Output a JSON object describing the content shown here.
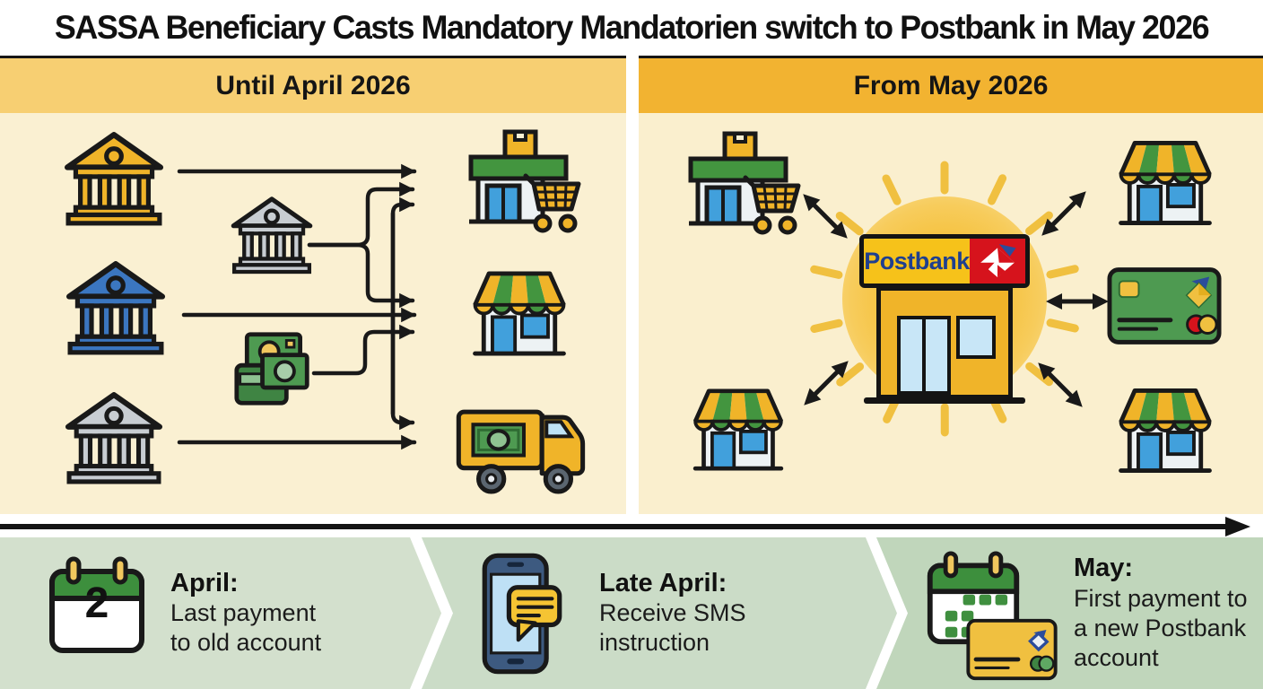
{
  "title": "SASSA Beneficiary Casts Mandatory Mandatorien switch to Postbank in May 2026",
  "colors": {
    "left_header_bg": "#F7CF72",
    "right_header_bg": "#F2B331",
    "panel_left_bg": "#FAF0D2",
    "panel_right_bg": "#FAEFCE",
    "accent_yellow": "#F0B429",
    "postbank_red": "#D6131C",
    "postbank_blue": "#1F3F8F",
    "store_green": "#43953F",
    "door_blue": "#41A0DC",
    "timeline_segment_greens": [
      "#D3E0CD",
      "#CBDCC7",
      "#C0D6BB"
    ]
  },
  "panels": {
    "left": {
      "header": "Until April 2026",
      "icons": [
        "bank-yellow-icon",
        "bank-gray-icon",
        "bank-blue-icon",
        "cash-wallet-icon",
        "bank-gray-icon",
        "store-with-cart-icon",
        "awning-store-icon",
        "cash-truck-icon"
      ]
    },
    "right": {
      "header": "From May 2026",
      "postbank_sign": "Postbank",
      "icons": [
        "store-with-cart-icon",
        "awning-store-icon",
        "postbank-branch-icon",
        "bank-card-icon",
        "awning-store-icon",
        "awning-store-icon",
        "sun-rays",
        "double-arrows"
      ]
    }
  },
  "timeline": {
    "steps": [
      {
        "title": "April:",
        "lines": [
          "Last payment",
          "to old account"
        ],
        "icon": "calendar-icon",
        "day": "2"
      },
      {
        "title": "Late April:",
        "lines": [
          "Receive SMS",
          "instruction"
        ],
        "icon": "phone-sms-icon"
      },
      {
        "title": "May:",
        "lines": [
          "First payment to",
          "a new Postbank",
          "account"
        ],
        "icon": "calendar-card-icon"
      }
    ]
  }
}
